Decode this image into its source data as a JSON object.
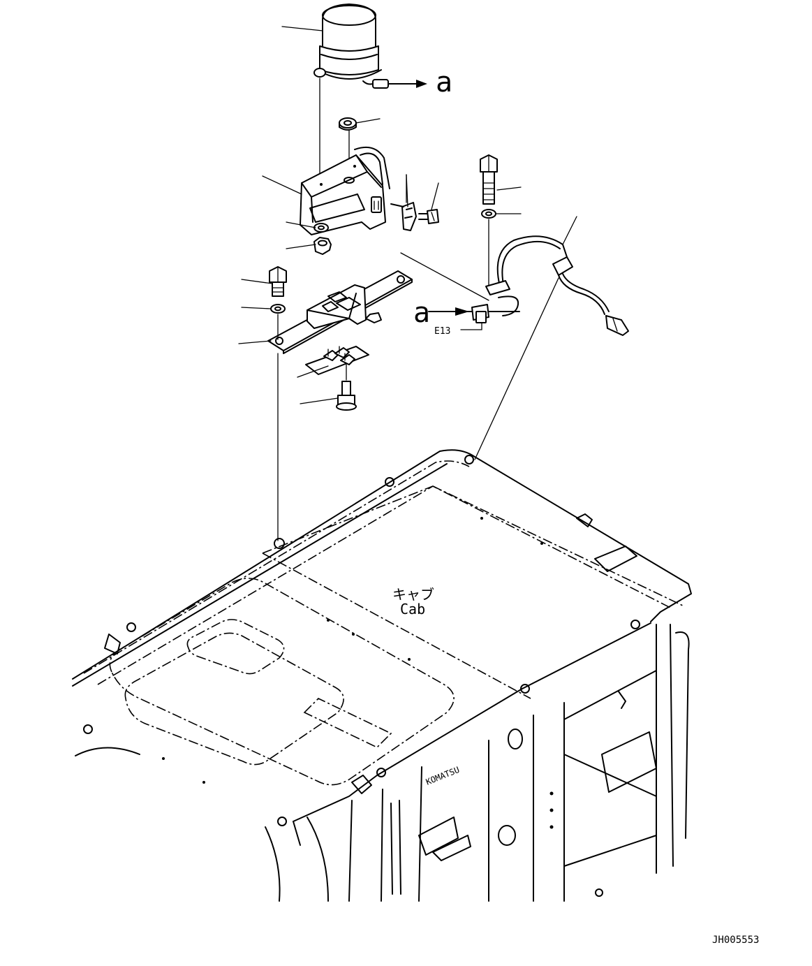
{
  "diagram": {
    "ref_letter_top": "a",
    "ref_letter_mid": "a",
    "connector_code": "E13",
    "cab_label_jp": "キャブ",
    "cab_label_en": "Cab",
    "drawing_number": "JH005553",
    "brand_mark": "KOMATSU"
  }
}
